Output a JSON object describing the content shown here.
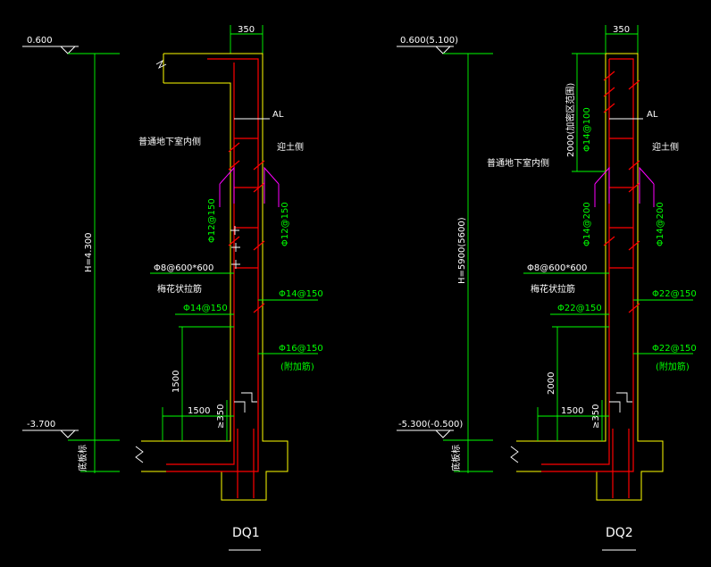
{
  "panels": {
    "left": {
      "title": "DQ1",
      "top_elev": "0.600",
      "bottom_elev": "-3.700",
      "height": "H=4.300",
      "wall_thickness": "350",
      "axis_label": "AL",
      "interior_side": "普通地下室内侧",
      "exterior_side": "迎土侧",
      "vert_bar_left": "Φ12@150",
      "vert_bar_right": "Φ12@150",
      "tie_spec": "Φ8@600*600",
      "tie_name": "梅花状拉筋",
      "horiz_inner": "Φ14@150",
      "horiz_outer": "Φ14@150",
      "extra_bar": "Φ16@150",
      "extra_note": "(附加筋)",
      "dim_vertical": "1500",
      "dim_horizontal": "1500",
      "dim_small": "≥350",
      "foundation_label": "底板标"
    },
    "right": {
      "title": "DQ2",
      "top_elev": "0.600(5.100)",
      "bottom_elev": "-5.300(-0.500)",
      "height": "H=5900(5600)",
      "wall_thickness": "350",
      "axis_label": "AL",
      "interior_side": "普通地下室内侧",
      "exterior_side": "迎土侧",
      "top_dim": "2000(加密区范围)",
      "vert_bar_top": "Φ14@100",
      "vert_bar_left": "Φ14@200",
      "vert_bar_right": "Φ14@200",
      "tie_spec": "Φ8@600*600",
      "tie_name": "梅花状拉筋",
      "horiz_inner": "Φ22@150",
      "horiz_outer": "Φ22@150",
      "extra_bar": "Φ22@150",
      "extra_note": "(附加筋)",
      "dim_vertical": "2000",
      "dim_horizontal": "1500",
      "dim_small": "≥350",
      "foundation_label": "底板标"
    }
  },
  "colors": {
    "background": "#000000",
    "concrete": "#ffff00",
    "rebar": "#ff0000",
    "dimension": "#00ff00",
    "annotation": "#ffffff",
    "haunch_bars": "#ff00ff"
  }
}
